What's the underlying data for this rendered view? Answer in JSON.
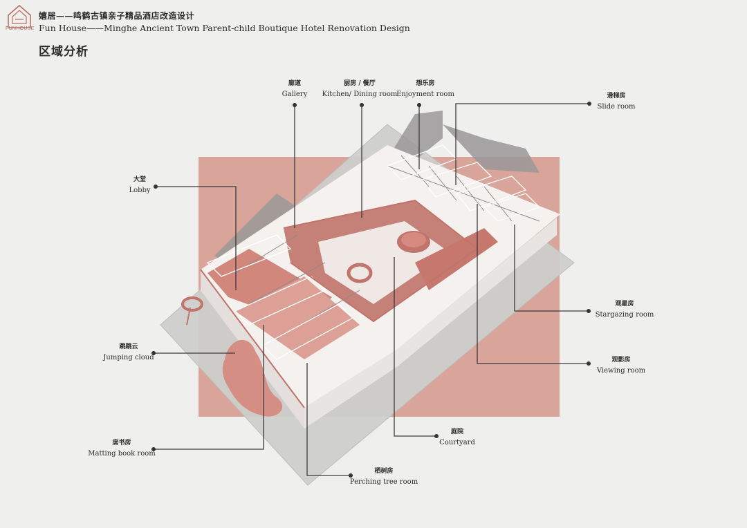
{
  "header": {
    "logo_text": "FUNHOUSE",
    "title_cn": "嬉居——鸣鹤古镇亲子精品酒店改造设计",
    "title_en": "Fun House——Minghe Ancient Town Parent-child Boutique Hotel Renovation Design"
  },
  "section_title": "区域分析",
  "labels": {
    "gallery": {
      "cn": "廊道",
      "en": "Gallery"
    },
    "kitchen": {
      "cn": "厨房 / 餐厅",
      "en": "Kitchen/ Dining room"
    },
    "enjoyment": {
      "cn": "想乐房",
      "en": "Enjoyment room"
    },
    "slide": {
      "cn": "滑梯房",
      "en": "Slide room"
    },
    "lobby": {
      "cn": "大堂",
      "en": "Lobby"
    },
    "stargazing": {
      "cn": "观星房",
      "en": "Stargazing room"
    },
    "viewing": {
      "cn": "观影房",
      "en": "Viewing room"
    },
    "jumping": {
      "cn": "跳跳云",
      "en": "Jumping cloud"
    },
    "courtyard": {
      "cn": "庭院",
      "en": "Courtyard"
    },
    "matting": {
      "cn": "席书房",
      "en": "Matting book room"
    },
    "perching": {
      "cn": "栖树房",
      "en": "Perching tree room"
    }
  },
  "colors": {
    "accent": "#c0746a",
    "pink_block": "#d9a59b",
    "ground": "#cfcfcf",
    "wall": "#ffffff"
  }
}
